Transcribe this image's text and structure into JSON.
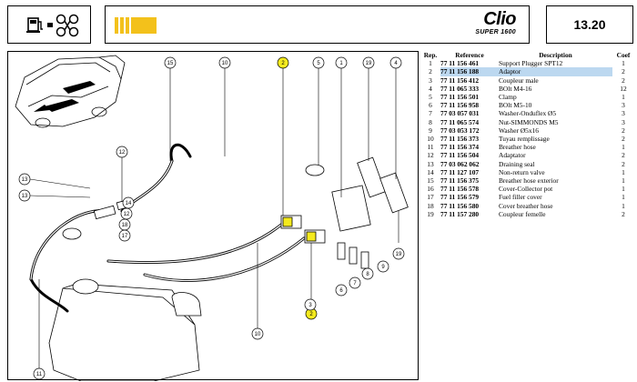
{
  "header": {
    "page_number": "13.20",
    "logo_word": "Clio",
    "logo_sub": "SUPER 1600"
  },
  "colors": {
    "accent_yellow": "#f3c11b",
    "callout_highlight": "#f4ea1e",
    "row_highlight": "#bcd8f0"
  },
  "icons": [
    "fuel-pump-icon",
    "hose-connector-icon"
  ],
  "callouts": [
    "15",
    "10",
    "2",
    "5",
    "1",
    "19",
    "4",
    "12",
    "13",
    "13",
    "14",
    "12",
    "18",
    "17",
    "11",
    "10",
    "2",
    "3",
    "6",
    "7",
    "8",
    "9",
    "19"
  ],
  "table": {
    "headers": {
      "rep": "Rep.",
      "ref": "Reference",
      "desc": "Description",
      "coef": "Coef"
    },
    "rows": [
      {
        "rep": "1",
        "ref": "77 11 156 461",
        "desc": "Support Plugger SPT12",
        "coef": "1"
      },
      {
        "rep": "2",
        "ref": "77 11 156 188",
        "desc": "Adaptor",
        "coef": "2"
      },
      {
        "rep": "3",
        "ref": "77 11 156 412",
        "desc": "Coupleur male",
        "coef": "2"
      },
      {
        "rep": "4",
        "ref": "77 11 065 333",
        "desc": "BOlt M4-16",
        "coef": "12"
      },
      {
        "rep": "5",
        "ref": "77 11 156 501",
        "desc": "Clamp",
        "coef": "1"
      },
      {
        "rep": "6",
        "ref": "77 11 156 958",
        "desc": "BOlt M5-10",
        "coef": "3"
      },
      {
        "rep": "7",
        "ref": "77 03 057 031",
        "desc": "Washer-Onduflex Ø5",
        "coef": "3"
      },
      {
        "rep": "8",
        "ref": "77 11 065 574",
        "desc": "Nut-SIMMONDS M5",
        "coef": "3"
      },
      {
        "rep": "9",
        "ref": "77 03 053 172",
        "desc": "Washer Ø5x16",
        "coef": "2"
      },
      {
        "rep": "10",
        "ref": "77 11 156 373",
        "desc": "Tuyau remplissage",
        "coef": "2"
      },
      {
        "rep": "11",
        "ref": "77 11 156 374",
        "desc": "Breather hose",
        "coef": "1"
      },
      {
        "rep": "12",
        "ref": "77 11 156 504",
        "desc": "Adaptator",
        "coef": "2"
      },
      {
        "rep": "13",
        "ref": "77 03 062 062",
        "desc": "Draining seal",
        "coef": "2"
      },
      {
        "rep": "14",
        "ref": "77 11 127 107",
        "desc": "Non-return valve",
        "coef": "1"
      },
      {
        "rep": "15",
        "ref": "77 11 156 375",
        "desc": "Breather hose exterior",
        "coef": "1"
      },
      {
        "rep": "16",
        "ref": "77 11 156 578",
        "desc": "Cover-Collector pot",
        "coef": "1"
      },
      {
        "rep": "17",
        "ref": "77 11 156 579",
        "desc": "Fuel filler cover",
        "coef": "1"
      },
      {
        "rep": "18",
        "ref": "77 11 156 580",
        "desc": "Cover breather hose",
        "coef": "1"
      },
      {
        "rep": "19",
        "ref": "77 11 157 280",
        "desc": "Coupleur femelle",
        "coef": "2"
      }
    ]
  }
}
